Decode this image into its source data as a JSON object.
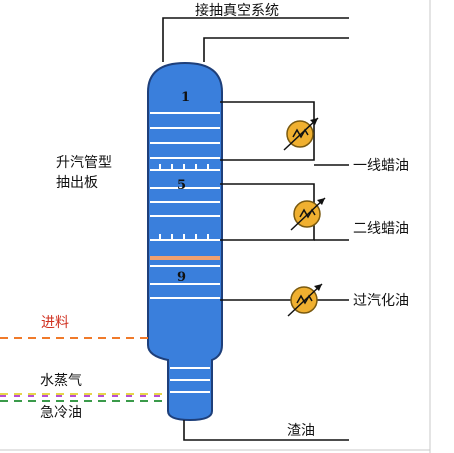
{
  "labels": {
    "vacuum": "接抽真空系统",
    "draw_plate_line1": "升汽管型",
    "draw_plate_line2": "抽出板",
    "product_1": "一线蜡油",
    "product_2": "二线蜡油",
    "product_3": "过汽化油",
    "feed": "进料",
    "steam": "水蒸气",
    "quench_oil": "急冷油",
    "residue": "渣油"
  },
  "tray_numbers": [
    "1",
    "5",
    "9"
  ],
  "colors": {
    "column": "#3a7fdc",
    "column_outline": "#1e3f7a",
    "heat_exchanger": "#f0b030",
    "special_tray": "#f0a070",
    "feed_line": "#f07a2a",
    "steam_line": "#e6d64a",
    "quench_line": "#3a9a4a",
    "text_highlight": "#d03020"
  },
  "icons": [
    "heat-exchanger-icon"
  ]
}
